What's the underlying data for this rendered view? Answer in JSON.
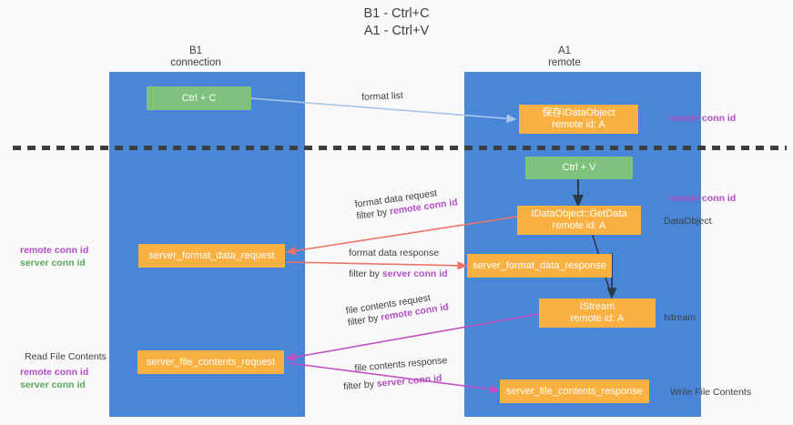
{
  "title": {
    "line1": "B1 - Ctrl+C",
    "line2": "A1 - Ctrl+V"
  },
  "columns": [
    {
      "name": "B1",
      "role": "connection"
    },
    {
      "name": "A1",
      "role": "remote"
    }
  ],
  "nodes": {
    "ctrl_c": {
      "label": "Ctrl + C",
      "color": "#7ec27e"
    },
    "ctrl_v": {
      "label": "Ctrl + V",
      "color": "#7ec27e"
    },
    "save_dataobject": {
      "line1": "保存IDataObject",
      "line2": "remote id: A",
      "color": "#fbb042"
    },
    "getdata": {
      "line1": "IDataObject::GetData",
      "line2": "remote id: A",
      "color": "#fbb042"
    },
    "istream": {
      "line1": "IStream",
      "line2": "remote id: A",
      "color": "#fbb042"
    },
    "server_format_data_request": {
      "label": "server_format_data_request",
      "color": "#fbb042"
    },
    "server_format_data_response": {
      "label": "server_format_data_response",
      "color": "#fbb042"
    },
    "server_file_contents_request": {
      "label": "server_file_contents_request",
      "color": "#fbb042"
    },
    "server_file_contents_response": {
      "label": "server_file_contents_response",
      "color": "#fbb042"
    }
  },
  "edges": {
    "format_list": {
      "label": "format list"
    },
    "format_data_request": {
      "line1": "format data request",
      "line2_prefix": "filter by ",
      "line2_key": "remote conn id"
    },
    "format_data_response": {
      "line1": "format data response",
      "line2_prefix": "filter by ",
      "line2_key": "server conn id"
    },
    "file_contents_request": {
      "line1": "file contents request",
      "line2_prefix": "filter by ",
      "line2_key": "remote conn id"
    },
    "file_contents_response": {
      "line1": "file contents response",
      "line2_prefix": "filter by ",
      "line2_key": "server conn id"
    }
  },
  "annotations": {
    "left_mid": {
      "line1": "remote conn id",
      "line2": "server conn id"
    },
    "left_bottom_heading": "Read File Contents",
    "left_bottom": {
      "line1": "remote conn id",
      "line2": "server conn id"
    },
    "right_top": "remote conn id",
    "right_mid": "remote conn id",
    "right_dataobject": "DataObject",
    "right_istream": "Istream",
    "right_write": "Write File Contents"
  },
  "colors": {
    "lane": "#4a86d8",
    "green_box": "#7ec27e",
    "orange_box": "#fbb042",
    "purple_text": "#b14fc5",
    "green_text": "#5aa85a",
    "divider": "#3c4043",
    "arrow_blue": "#a8c7ea",
    "arrow_red": "#ec7464",
    "arrow_magenta": "#c44fc4",
    "arrow_dark": "#2b3a4a",
    "background": "#f9f9f9"
  }
}
